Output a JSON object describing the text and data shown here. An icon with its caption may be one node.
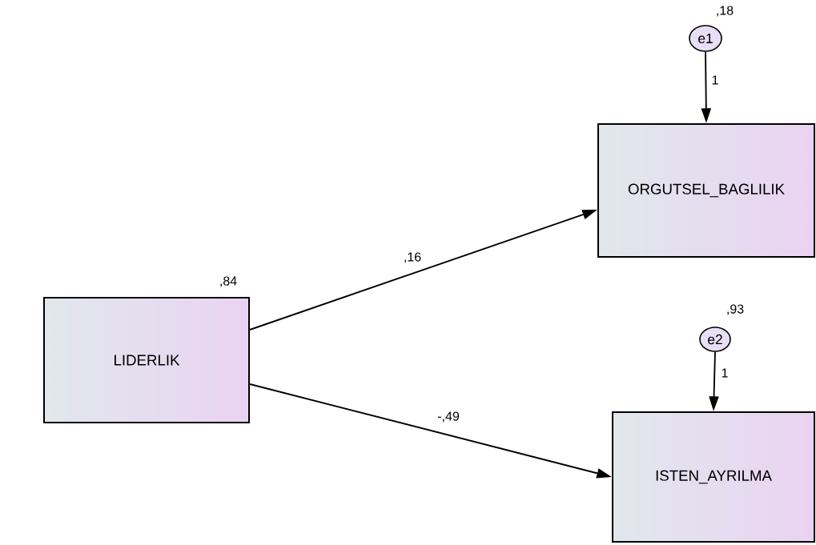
{
  "diagram": {
    "nodes": [
      {
        "text": [
          "e1"
        ],
        "beside": [
          ",18"
        ]
      },
      {
        "text": [
          "ORGUTSEL_BAGLILIK"
        ]
      },
      {
        "text": [
          "LIDERLIK"
        ],
        "beside": [
          ",84"
        ]
      },
      {
        "text": [
          "e2"
        ],
        "beside": [
          ",93"
        ]
      },
      {
        "text": [
          "ISTEN_AYRILMA"
        ]
      }
    ],
    "edges": [
      {
        "from": 0,
        "to": 1,
        "arrow": "to",
        "label": "1"
      },
      {
        "from": 2,
        "to": 1,
        "arrow": "to",
        "label": ",16"
      },
      {
        "from": 3,
        "to": 4,
        "arrow": "to",
        "label": "1"
      },
      {
        "from": 2,
        "to": 4,
        "arrow": "to",
        "label": "-,49"
      }
    ]
  }
}
